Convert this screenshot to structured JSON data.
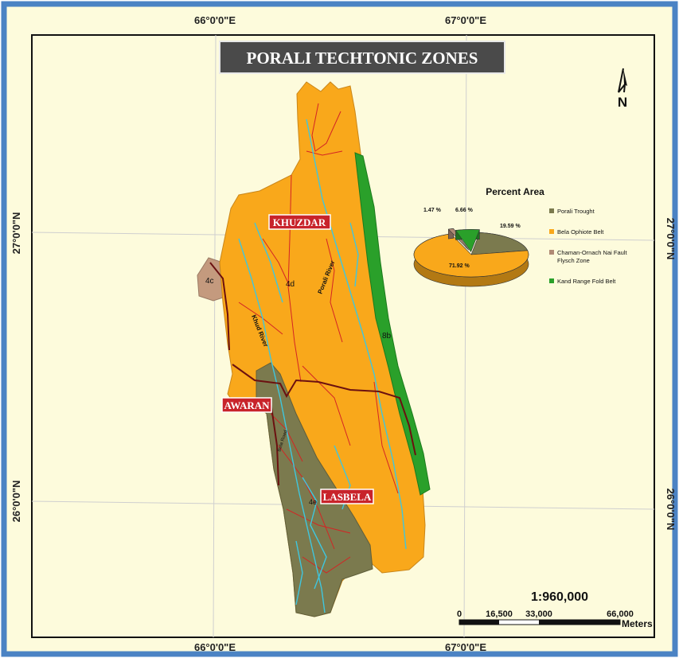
{
  "map": {
    "title": "PORALI TECHTONIC ZONES",
    "graticule": {
      "lon_labels": [
        "66°0'0\"E",
        "67°0'0\"E"
      ],
      "lat_labels": [
        "27°0'0\"N",
        "26°0'0\"N"
      ]
    },
    "north_arrow_letter": "N",
    "places": [
      "KHUZDAR",
      "AWARAN",
      "LASBELA"
    ],
    "zone_codes": [
      "4c",
      "4d",
      "8b",
      "4e"
    ],
    "rivers": [
      "Porali River",
      "Khud River"
    ],
    "roads": [
      "Bela Road"
    ],
    "scale": {
      "ratio": "1:960,000",
      "ticks": [
        "0",
        "16,500",
        "33,000",
        "66,000"
      ],
      "unit": "Meters"
    },
    "colors": {
      "frame_blue": "#4b83c4",
      "background": "#fdfbdc",
      "bela_ophiolite": "#f9a81b",
      "porali_trough": "#7b7a4e",
      "chaman_ornach": "#c49a7e",
      "kand_range": "#2aa02a",
      "river": "#3fc6de",
      "fault": "#6b1010",
      "drainage": "#d42424"
    }
  },
  "chart_data": {
    "type": "pie",
    "title": "Percent Area",
    "categories": [
      "Porali Trought",
      "Bela Ophiote Belt",
      "Chaman-Ornach Nai Fault Flysch Zone",
      "Kand Range Fold Belt"
    ],
    "values": [
      19.59,
      71.92,
      1.47,
      6.66
    ],
    "value_labels": [
      "19.59 %",
      "71.92 %",
      "1.47 %",
      "6.66 %"
    ],
    "colors": [
      "#7b7a4e",
      "#f9a81b",
      "#b08a74",
      "#2aa02a"
    ],
    "legend_position": "right",
    "legend": {
      "lines": [
        [
          "Porali Trought"
        ],
        [
          "Bela Ophiote Belt"
        ],
        [
          "Chaman-Ornach Nai Fault",
          "Flysch Zone"
        ],
        [
          "Kand Range Fold Belt"
        ]
      ]
    }
  }
}
